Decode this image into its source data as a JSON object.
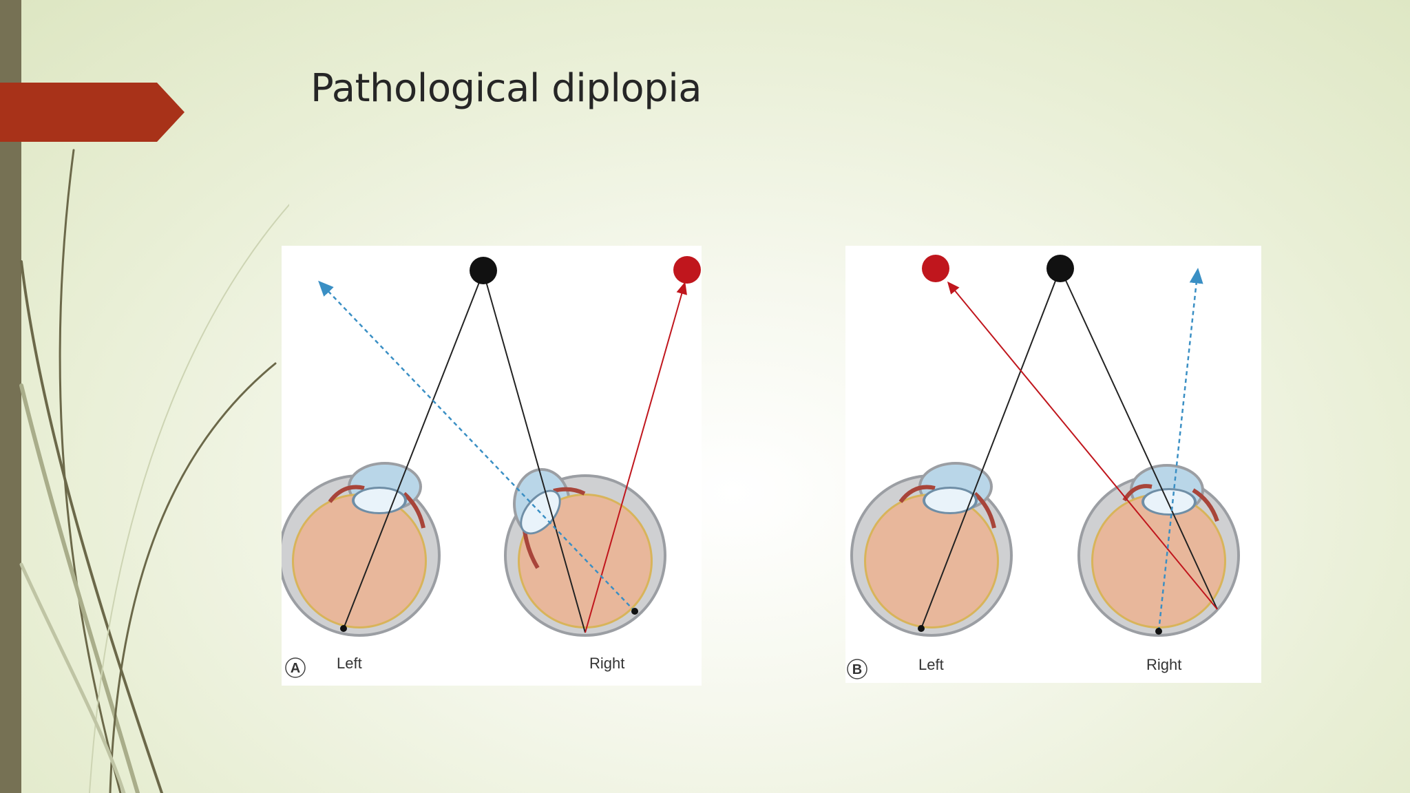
{
  "slide": {
    "title": "Pathological diplopia"
  },
  "figures": [
    {
      "id": "A",
      "letter": "A",
      "left_label": "Left",
      "right_label": "Right"
    },
    {
      "id": "B",
      "letter": "B",
      "left_label": "Left",
      "right_label": "Right"
    }
  ],
  "colors": {
    "accent": "#a83219",
    "sidebar": "#767154",
    "real_object": "#111111",
    "false_image": "#c0161d",
    "dashed_ray": "#3a8fc4",
    "retina": "#e8b79b",
    "sclera": "#cfd0d2",
    "cornea": "#b9d6e8"
  }
}
